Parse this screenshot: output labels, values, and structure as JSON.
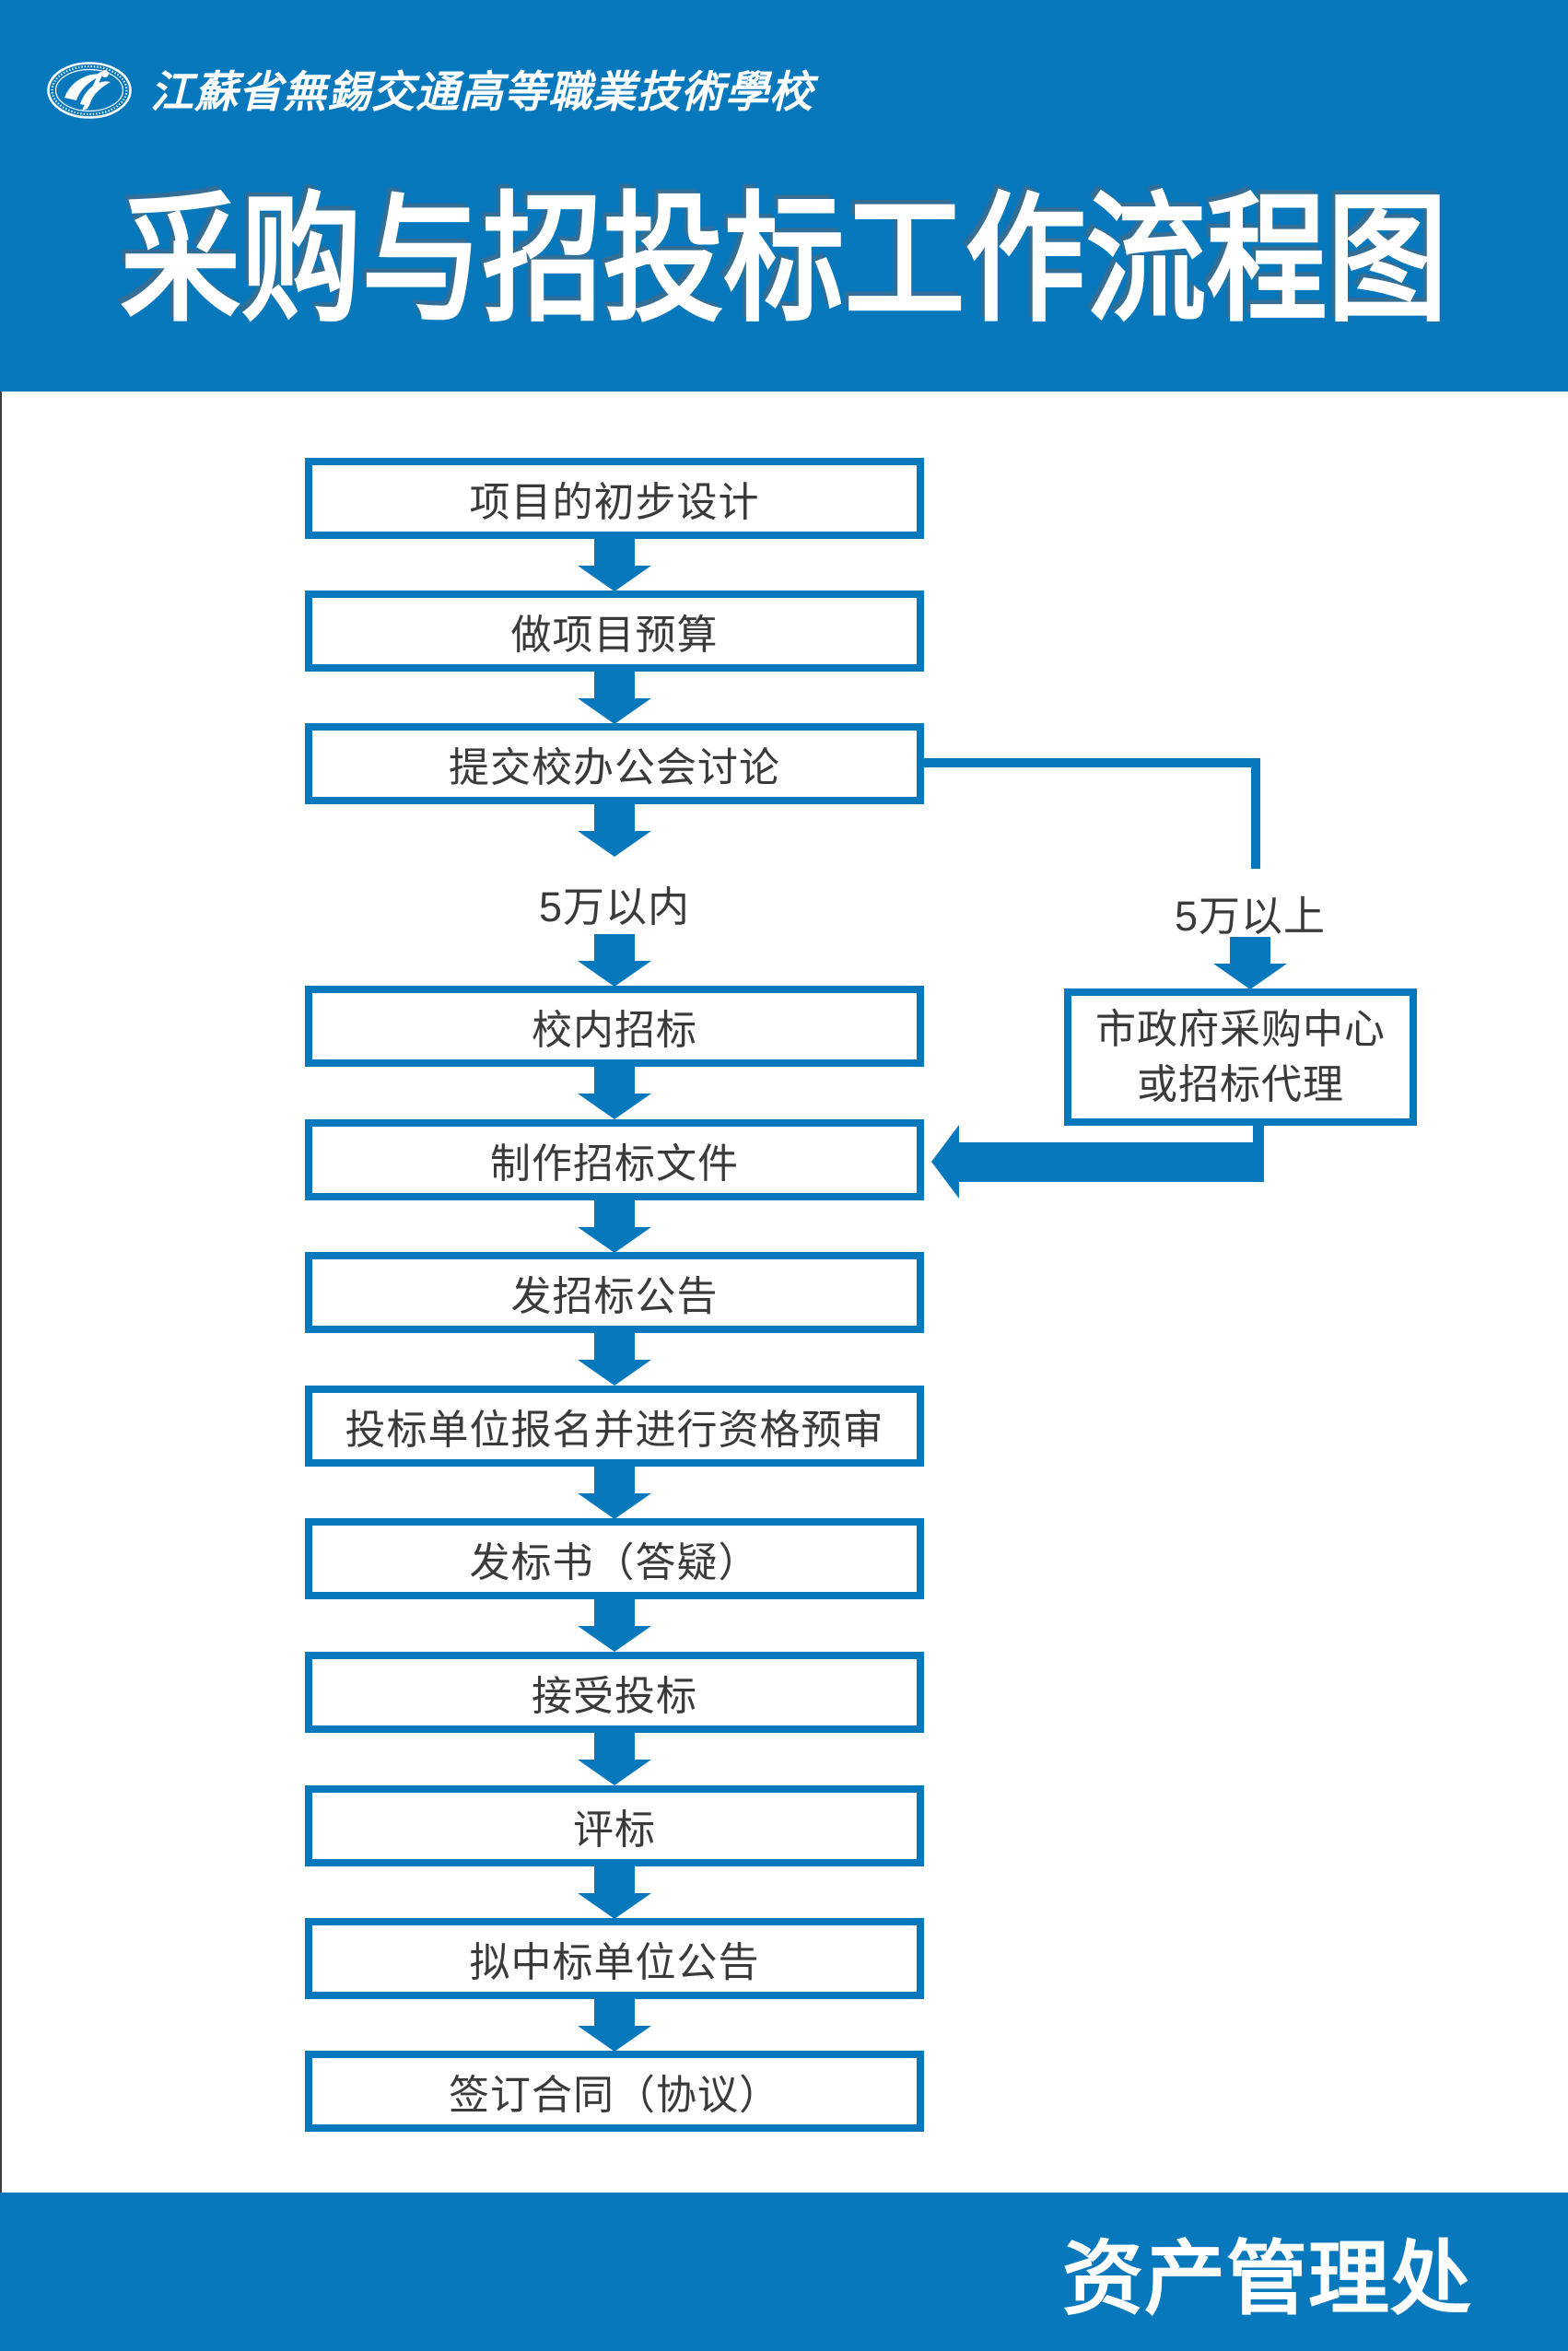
{
  "poster": {
    "header": {
      "school_name": "江蘇省無錫交通高等職業技術學校",
      "title": "采购与招投标工作流程图"
    },
    "flowchart": {
      "steps": [
        "项目的初步设计",
        "做项目预算",
        "提交校办公会讨论",
        "校内招标",
        "制作招标文件",
        "发招标公告",
        "投标单位报名并进行资格预审",
        "发标书（答疑）",
        "接受投标",
        "评标",
        "拟中标单位公告",
        "签订合同（协议）"
      ],
      "branch": {
        "left_label": "5万以内",
        "right_label": "5万以上",
        "agency_box": {
          "line1": "市政府采购中心",
          "line2": "或招标代理"
        }
      }
    },
    "footer": {
      "department": "资产管理处"
    },
    "colors": {
      "primary_blue": "#0878BD",
      "text_dark": "#3A3A3A",
      "background_white": "#FFFFFF"
    }
  }
}
